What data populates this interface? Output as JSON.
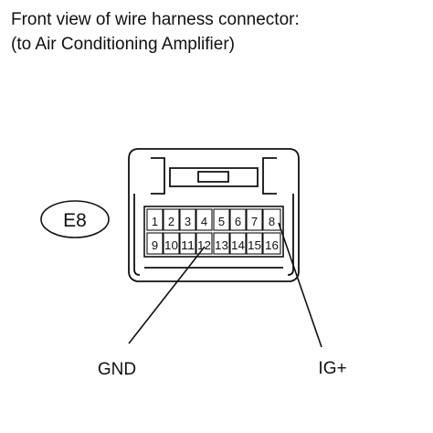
{
  "title": {
    "line1": "Front view of wire harness connector:",
    "line2": "(to Air Conditioning Amplifier)"
  },
  "connector": {
    "code": "E8",
    "top_row": [
      "1",
      "2",
      "3",
      "4",
      "5",
      "6",
      "7",
      "8"
    ],
    "bottom_row": [
      "9",
      "10",
      "11",
      "12",
      "13",
      "14",
      "15",
      "16"
    ]
  },
  "callouts": {
    "gnd": {
      "label": "GND",
      "pin": "12"
    },
    "ig": {
      "label": "IG+",
      "pin": "8"
    }
  }
}
